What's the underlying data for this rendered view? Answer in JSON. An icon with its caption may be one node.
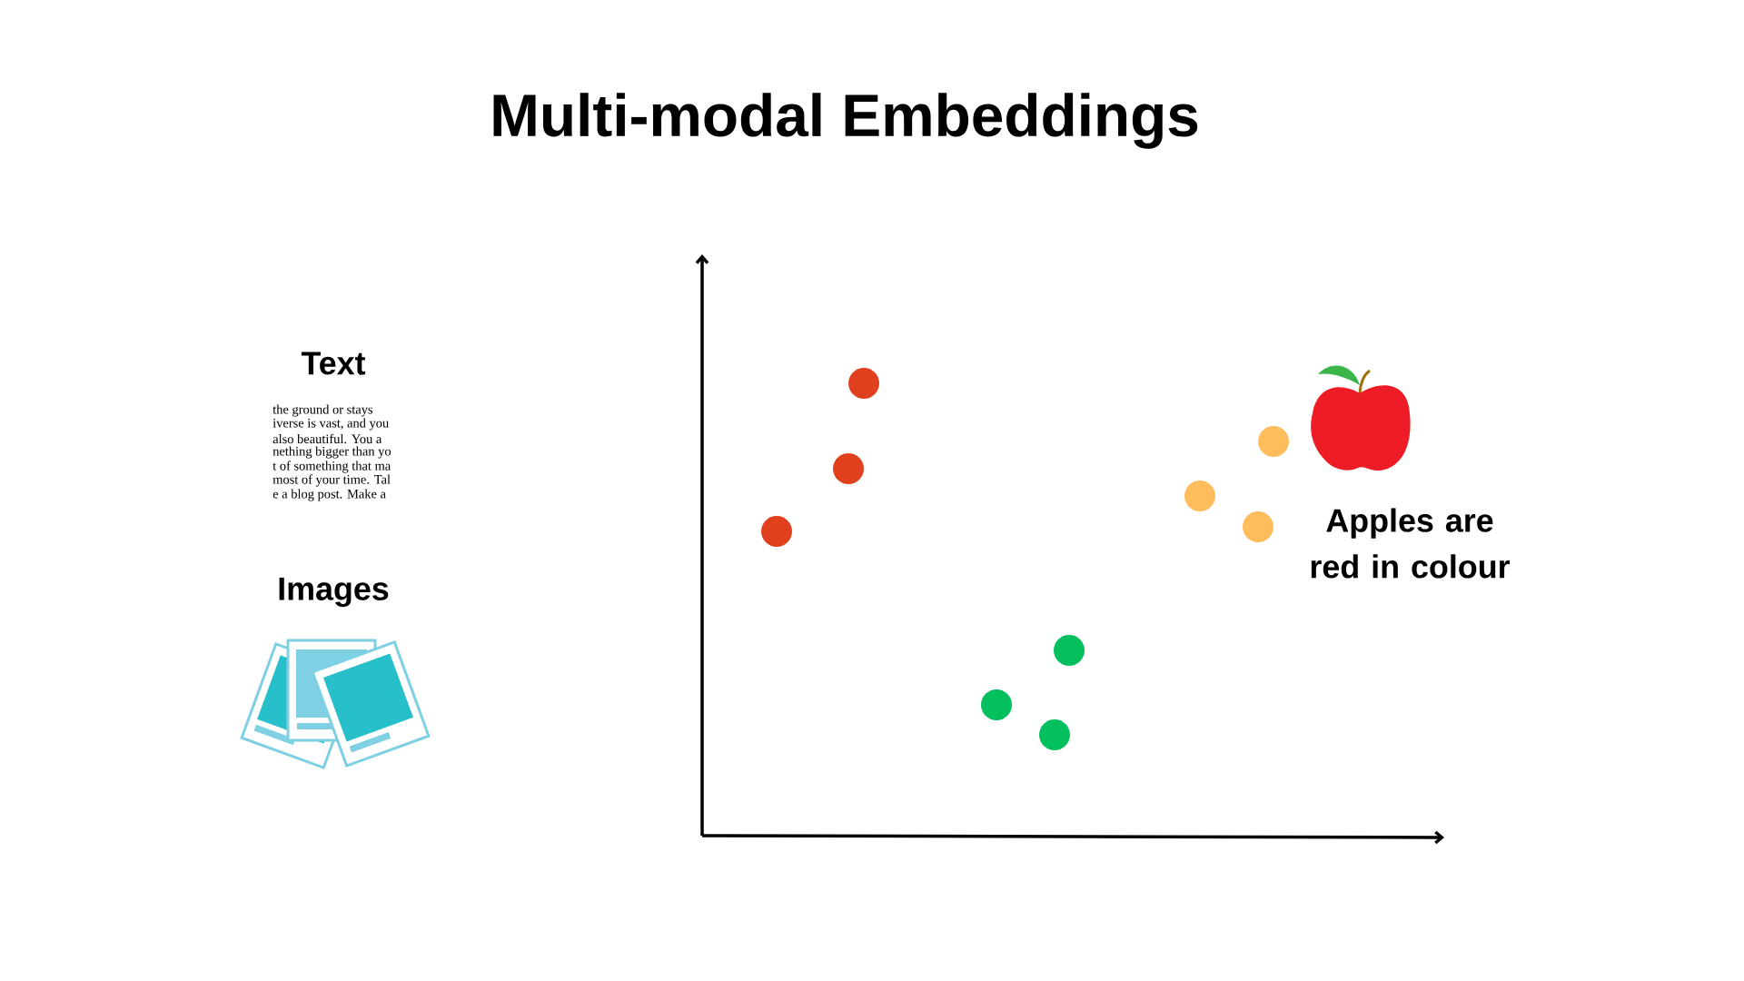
{
  "diagram": {
    "title": "Multi-modal Embeddings",
    "labels": [
      "Text",
      "the ground or stays",
      "iverse is vast, and you",
      "also beautiful. You a",
      "nething bigger than yo",
      "t of something that ma",
      "most of your time. Tal",
      "e a blog post. Make a",
      "Images",
      "Apples are red in colour"
    ]
  }
}
